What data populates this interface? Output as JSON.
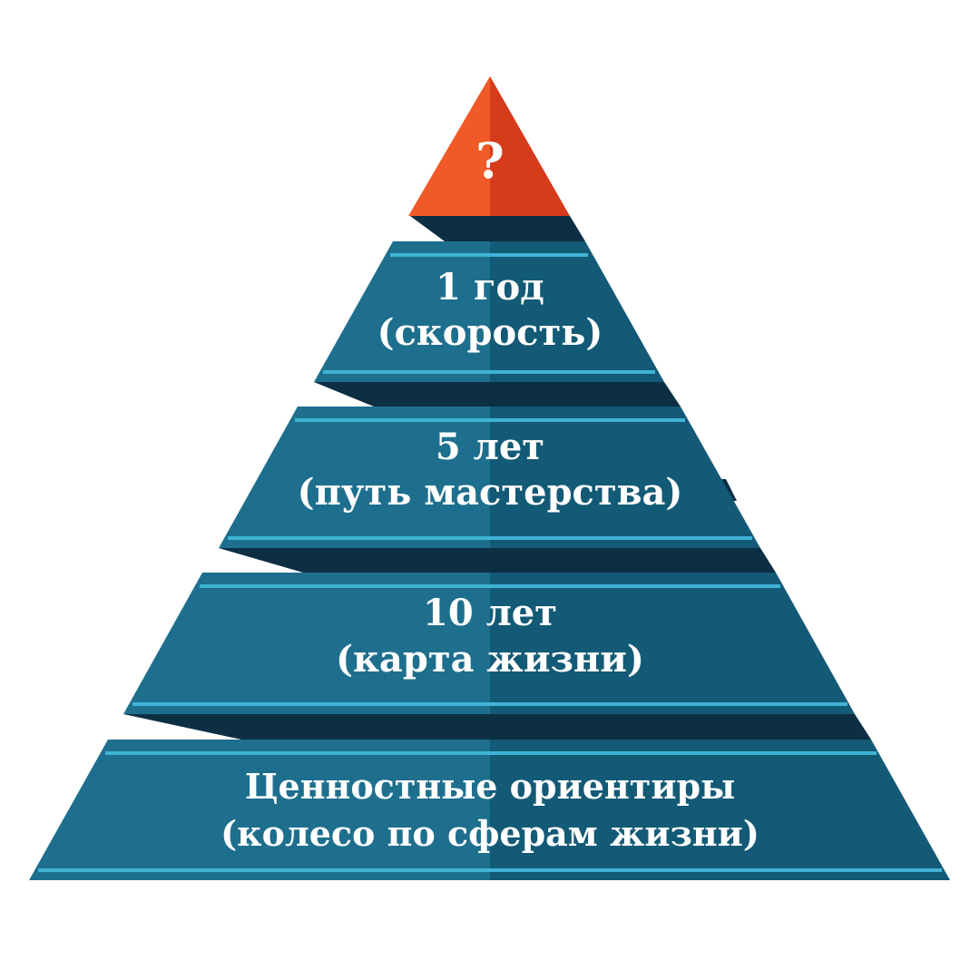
{
  "diagram": {
    "apex": {
      "label": "?",
      "color_left": "#ef5a28",
      "color_right": "#d63c1b"
    },
    "tiers": [
      {
        "line1": "1 год",
        "line2": "(скорость)"
      },
      {
        "line1": "5 лет",
        "line2": "(путь мастерства)"
      },
      {
        "line1": "10 лет",
        "line2": "(карта жизни)"
      },
      {
        "line1": "Ценностные ориентиры",
        "line2": "(колесо по сферам жизни)"
      }
    ],
    "colors": {
      "tier_left": "#1e6f8e",
      "tier_right": "#135a76",
      "stripe": "#3fb3d6",
      "shadow": "#0d2f44",
      "text": "#ffffff"
    }
  }
}
